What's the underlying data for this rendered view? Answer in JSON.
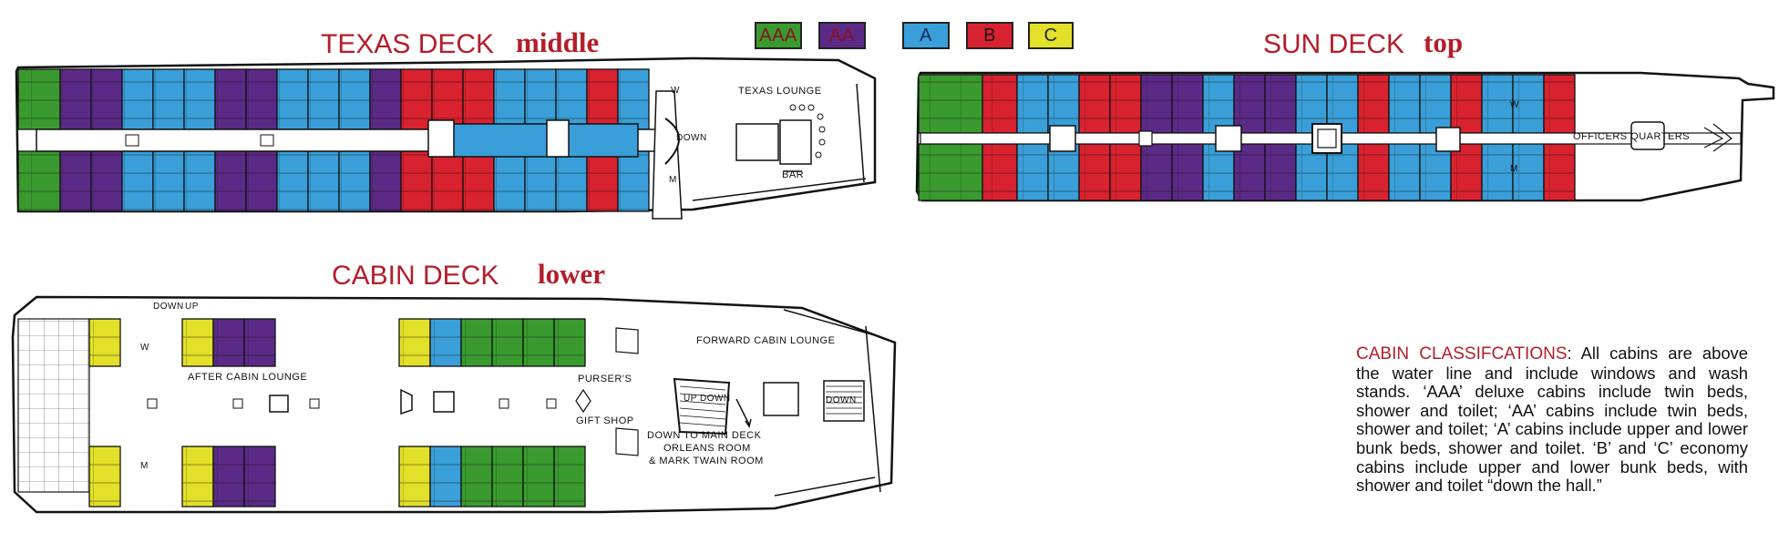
{
  "legend": [
    {
      "label": "AAA",
      "color": "#3a9a2f"
    },
    {
      "label": "AA",
      "color": "#5b2a86"
    },
    {
      "label": "A",
      "color": "#3a9fd8"
    },
    {
      "label": "B",
      "color": "#d8222f"
    },
    {
      "label": "C",
      "color": "#e3e02a"
    }
  ],
  "decks": {
    "texas": {
      "title": "TEXAS DECK",
      "tag": "middle",
      "labels": {
        "lounge": "TEXAS LOUNGE",
        "bar": "BAR",
        "down": "DOWN",
        "w": "W",
        "m": "M"
      }
    },
    "sun": {
      "title": "SUN DECK",
      "tag": "top",
      "labels": {
        "officers": "OFFICERS QUARTERS",
        "w": "W",
        "m": "M"
      }
    },
    "cabin": {
      "title": "CABIN DECK",
      "tag": "lower",
      "labels": {
        "after_lounge": "AFTER CABIN LOUNGE",
        "forward_lounge": "FORWARD CABIN LOUNGE",
        "pursers": "PURSER'S",
        "gift_shop": "GIFT SHOP",
        "down_main_1": "DOWN TO MAIN DECK",
        "down_main_2": "ORLEANS ROOM",
        "down_main_3": "& MARK TWAIN ROOM",
        "stair_up_down": "UP  DOWN",
        "stair_down": "DOWN",
        "down": "DOWN",
        "up": "UP",
        "w": "W",
        "m": "M"
      }
    }
  },
  "classification": {
    "heading": "CABIN CLASSIFCATIONS",
    "text": ": All cabins are above the water line and include windows and wash stands. ‘AAA’ deluxe cabins include twin beds, shower and toilet; ‘AA’ cabins include twin beds, shower and toilet; ‘A’ cabins include upper and lower bunk beds, shower and toilet. ‘B’ and ‘C’ economy cabins include upper and lower bunk beds, with shower and toilet “down the hall.”"
  }
}
